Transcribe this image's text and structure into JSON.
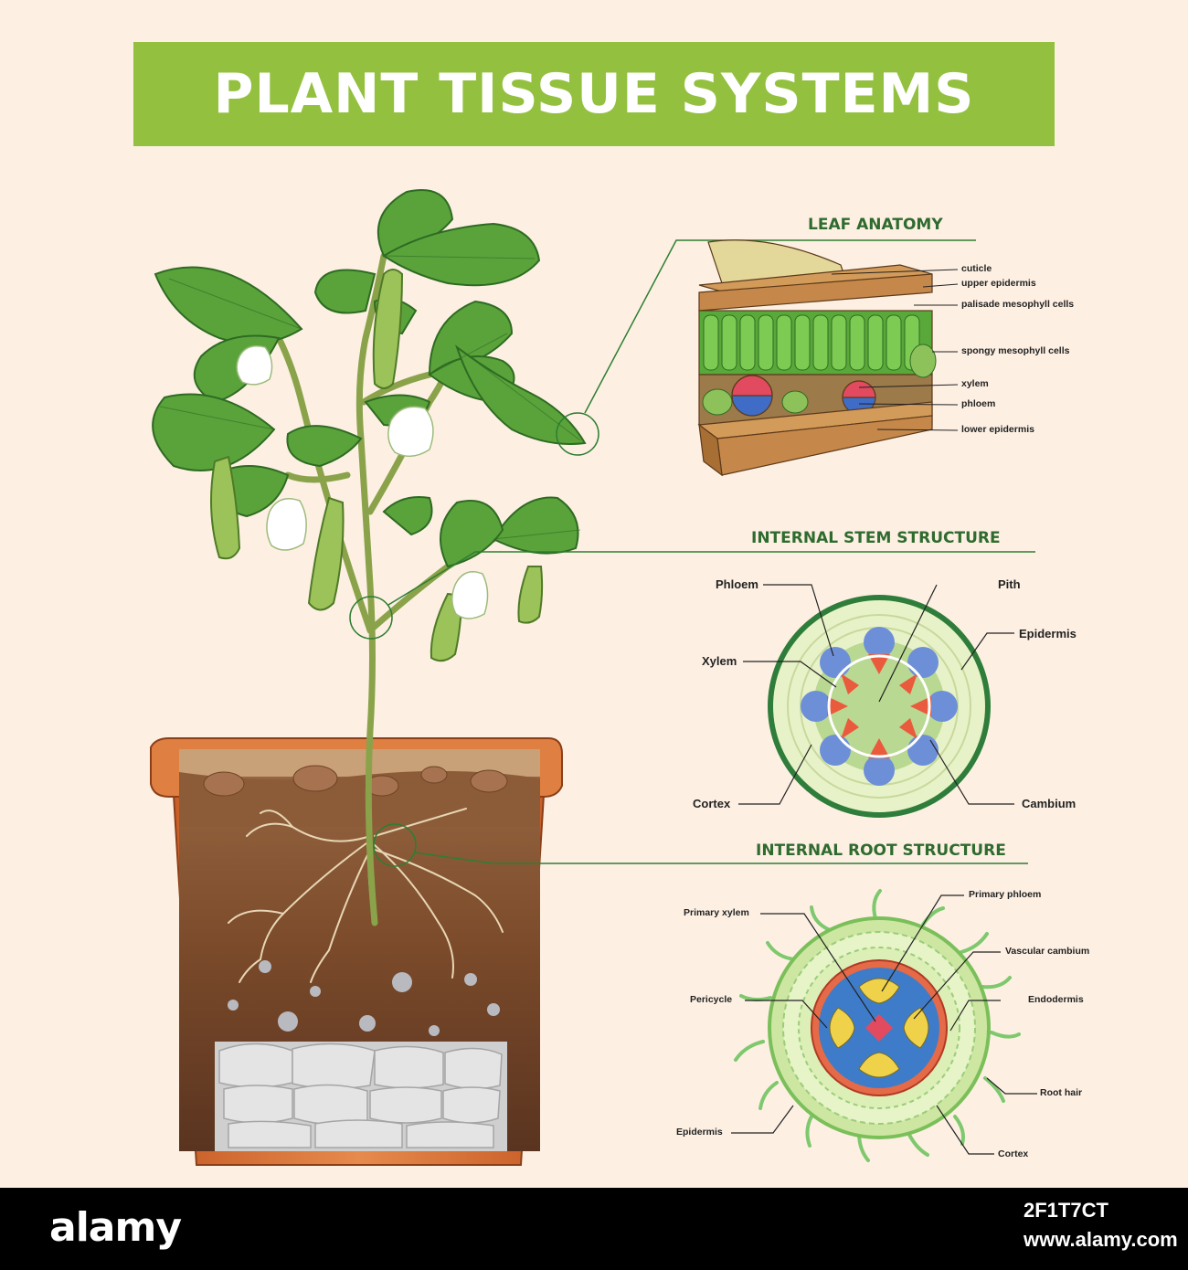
{
  "title": "PLANT TISSUE SYSTEMS",
  "leaf": {
    "heading": "LEAF ANATOMY",
    "labels": [
      "cuticle",
      "upper epidermis",
      "palisade mesophyll cells",
      "spongy mesophyll cells",
      "xylem",
      "phloem",
      "lower epidermis"
    ]
  },
  "stem": {
    "heading": "INTERNAL STEM STRUCTURE",
    "phloem": "Phloem",
    "pith": "Pith",
    "epidermis": "Epidermis",
    "xylem": "Xylem",
    "cortex": "Cortex",
    "cambium": "Cambium"
  },
  "root": {
    "heading": "INTERNAL ROOT STRUCTURE",
    "primary_xylem": "Primary xylem",
    "primary_phloem": "Primary phloem",
    "vascular_cambium": "Vascular cambium",
    "pericycle": "Pericycle",
    "endodermis": "Endodermis",
    "root_hair": "Root hair",
    "epidermis": "Epidermis",
    "cortex": "Cortex"
  },
  "footer": {
    "logo": "alamy",
    "image_id": "2F1T7CT",
    "url": "www.alamy.com"
  },
  "colors": {
    "banner": "#93c13f",
    "background": "#fdf0e3",
    "heading_text": "#2f6b2f",
    "leaf_green": "#5aa33b",
    "pot": "#d9743a"
  }
}
